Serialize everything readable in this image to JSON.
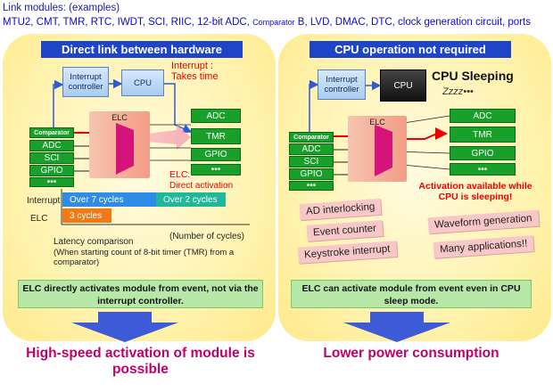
{
  "header": {
    "line1": "Link modules: (examples)",
    "line2_pre": "MTU2, CMT, TMR, RTC, IWDT, SCI, RIIC, 12-bit ADC, ",
    "line2_small": "Comparator",
    "line2_post": " B, LVD, DMAC, DTC, clock generation circuit, ports"
  },
  "left": {
    "title": "Direct link between hardware",
    "interrupt_controller": "Interrupt controller",
    "cpu": "CPU",
    "interrupt_note": "Interrupt :\nTakes time",
    "elc": "ELC",
    "inputs": [
      "Comparator",
      "ADC",
      "SCI",
      "GPIO",
      "•••"
    ],
    "outputs": [
      "ADC",
      "TMR",
      "GPIO",
      "•••"
    ],
    "elc_note": "ELC:",
    "elc_note2": "Direct activation",
    "interrupt_label": "Interrupt",
    "elc_label": "ELC",
    "bar_interrupt1": "Over 7 cycles",
    "bar_interrupt2": "Over 2 cycles",
    "bar_elc": "3 cycles",
    "cycles_unit": "(Number of cycles)",
    "latency_title": "Latency comparison",
    "latency_note": "(When starting count of 8-bit timer (TMR) from a comparator)",
    "summary": "ELC directly activates module from event, not via the interrupt controller.",
    "result": "High-speed activation of module is possible"
  },
  "right": {
    "title": "CPU operation not required",
    "interrupt_controller": "Interrupt controller",
    "cpu": "CPU",
    "cpu_sleeping": "CPU Sleeping",
    "zzz": "Zzzz•••",
    "elc": "ELC",
    "inputs": [
      "Comparator",
      "ADC",
      "SCI",
      "GPIO",
      "•••"
    ],
    "outputs": [
      "ADC",
      "TMR",
      "GPIO",
      "•••"
    ],
    "activation_note": "Activation available while CPU is sleeping!",
    "tags": [
      "AD interlocking",
      "Event counter",
      "Keystroke interrupt",
      "Waveform generation",
      "Many applications!!"
    ],
    "summary": "ELC can activate module from event even in CPU sleep mode.",
    "result": "Lower power consumption"
  },
  "colors": {
    "banner": "#1e44c8",
    "module_green": "#19a02a",
    "bar_blue": "#2f8ce6",
    "bar_teal": "#20b79a",
    "bar_orange": "#f07a18",
    "result_magenta": "#c0006a"
  }
}
